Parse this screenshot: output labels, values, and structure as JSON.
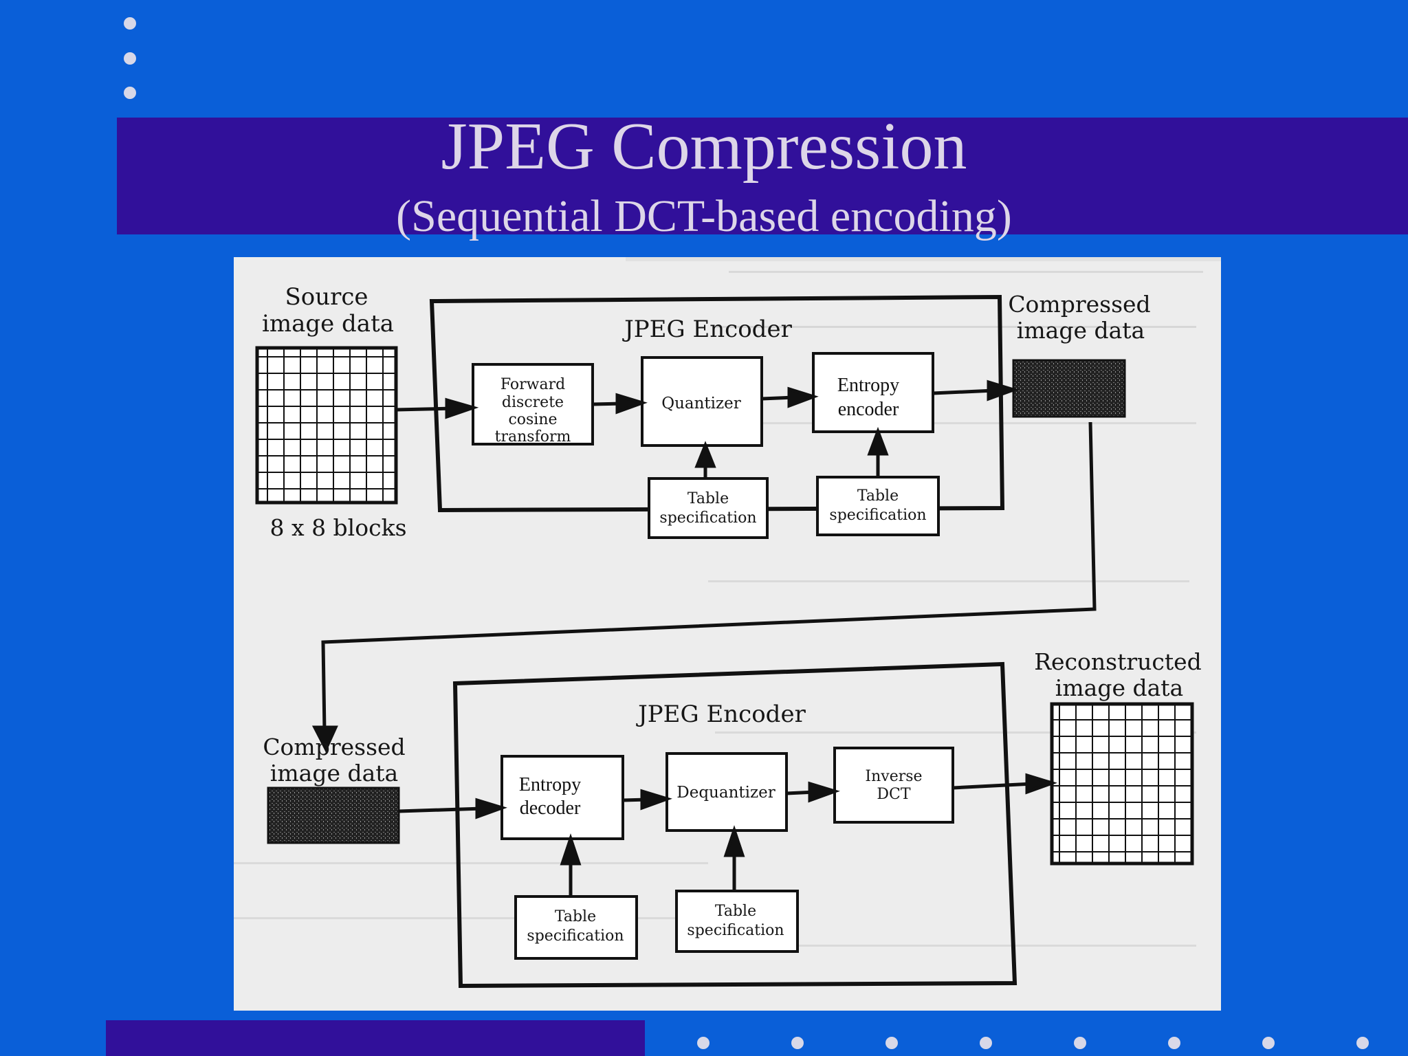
{
  "slide": {
    "title": "JPEG Compression",
    "subtitle": "(Sequential DCT-based encoding)",
    "colors": {
      "background": "#0a5fd8",
      "band": "#31109a",
      "title_text": "#ddd6e8"
    }
  },
  "encoder": {
    "source_label_1": "Source",
    "source_label_2": "image data",
    "blocks_label": "8 x 8 blocks",
    "box_title": "JPEG Encoder",
    "fdct_1": "Forward",
    "fdct_2": "discrete",
    "fdct_3": "cosine",
    "fdct_4": "transform",
    "quantizer": "Quantizer",
    "entropy_1": "Entropy",
    "entropy_2": "encoder",
    "table_a_1": "Table",
    "table_a_2": "specification",
    "table_b_1": "Table",
    "table_b_2": "specification",
    "output_1": "Compressed",
    "output_2": "image data"
  },
  "decoder": {
    "input_1": "Compressed",
    "input_2": "image data",
    "box_title": "JPEG Encoder",
    "entropy_1": "Entropy",
    "entropy_2": "decoder",
    "dequantizer": "Dequantizer",
    "idct_1": "Inverse",
    "idct_2": "DCT",
    "table_a_1": "Table",
    "table_a_2": "specification",
    "table_b_1": "Table",
    "table_b_2": "specification",
    "output_1": "Reconstructed",
    "output_2": "image data"
  }
}
